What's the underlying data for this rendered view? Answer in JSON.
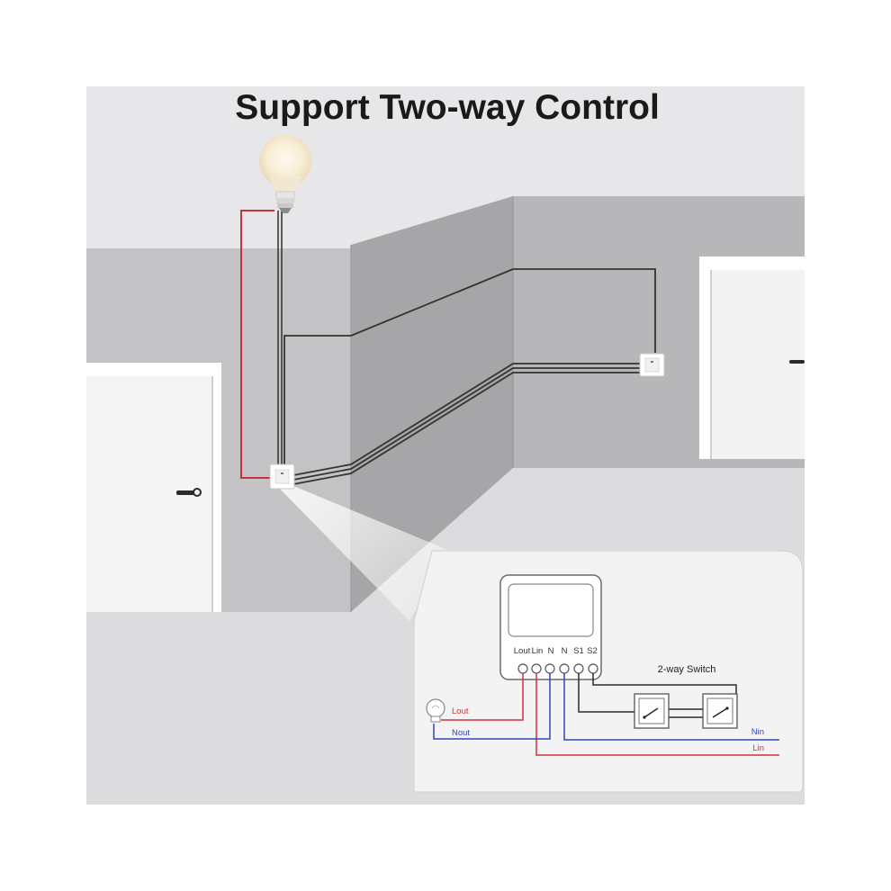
{
  "title": "Support Two-way Control",
  "module": {
    "terminals": [
      "Lout",
      "Lin",
      "N",
      "N",
      "S1",
      "S2"
    ]
  },
  "labels": {
    "two_way_switch": "2-way Switch",
    "lout": "Lout",
    "nout": "Nout",
    "nin": "Nin",
    "lin": "Lin"
  },
  "colors": {
    "live": "#d0333f",
    "neutral": "#2f46b8",
    "switch_wire": "#2a2a2a",
    "wall_dark": "#a3a3a5",
    "wall_mid": "#c4c4c6",
    "inset_bg": "#f3f3f3"
  },
  "icons": [
    "light-bulb-icon",
    "door-handle-icon"
  ]
}
